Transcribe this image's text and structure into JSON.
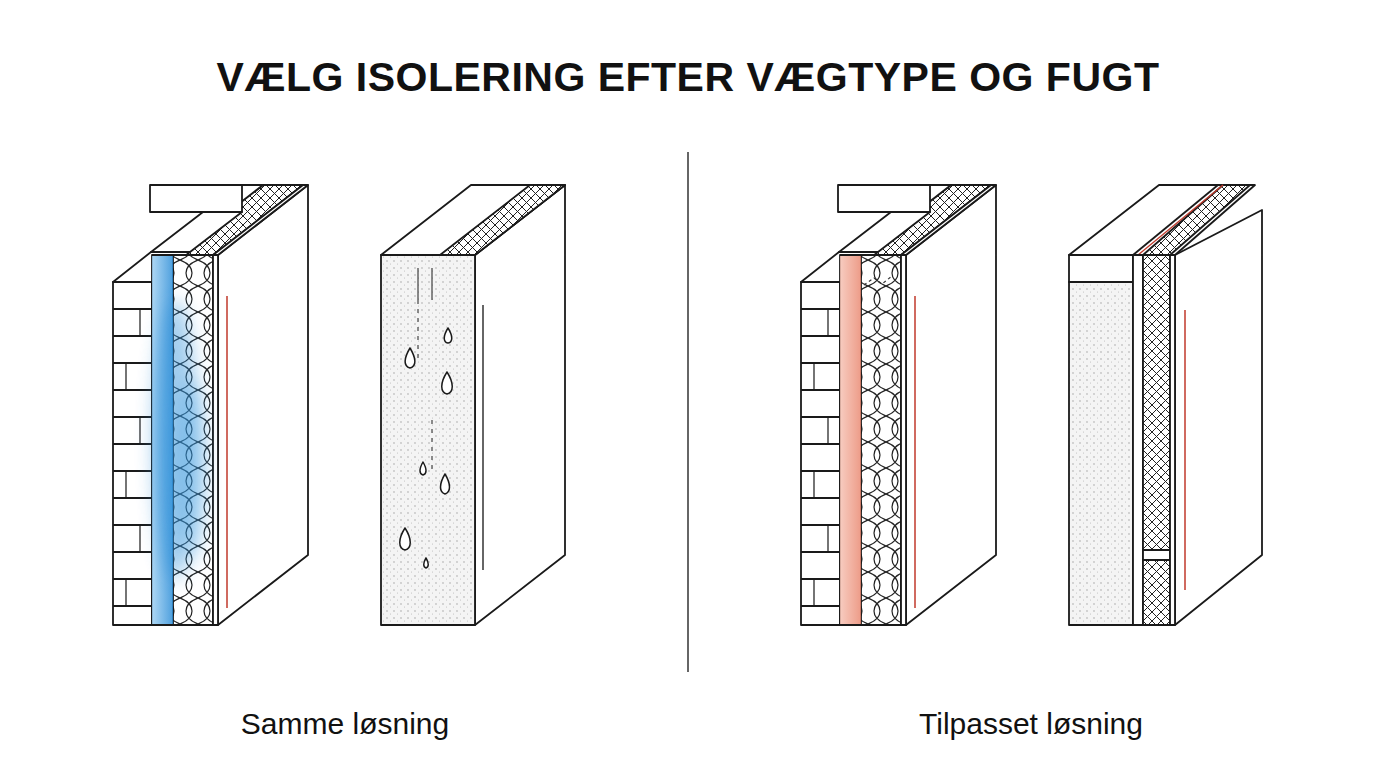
{
  "diagram": {
    "title": "VÆLG ISOLERING EFTER VÆGTYPE OG FUGT",
    "labels": [
      "Samme løsning",
      "Tilpasset løsning"
    ]
  }
}
